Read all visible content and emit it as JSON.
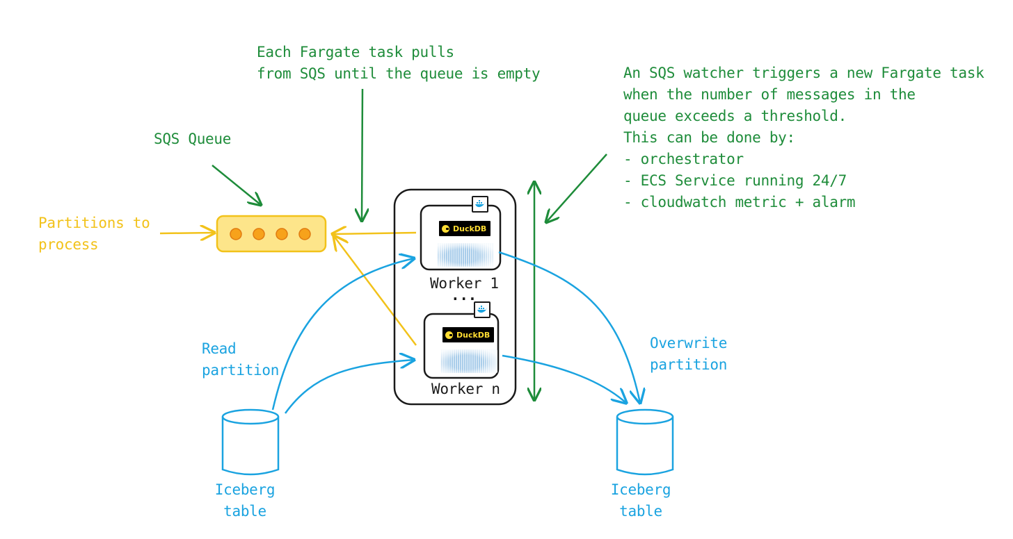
{
  "annotations": {
    "each_task": [
      "Each Fargate task pulls",
      "from SQS until the queue is empty"
    ],
    "watcher": [
      "An SQS watcher triggers a new Fargate task",
      "when the number of messages in the",
      "queue exceeds a threshold.",
      "This can be done by:",
      "- orchestrator",
      "- ECS Service running 24/7",
      "- cloudwatch metric + alarm"
    ],
    "sqs_queue": "SQS Queue",
    "partitions": [
      "Partitions to",
      "process"
    ],
    "read_partition": [
      "Read",
      "partition"
    ],
    "overwrite_partition": [
      "Overwrite",
      "partition"
    ]
  },
  "workers": {
    "worker1_label": "Worker 1",
    "ellipsis": "...",
    "workern_label": "Worker n",
    "duckdb_badge": "DuckDB"
  },
  "tables": {
    "left": [
      "Iceberg",
      "table"
    ],
    "right": [
      "Iceberg",
      "table"
    ]
  },
  "colors": {
    "green": "#1e8c3a",
    "yellow": "#f2c21a",
    "blue": "#1aa3e0",
    "queue_fill": "#fde58a",
    "queue_dot": "#f7a21b"
  }
}
